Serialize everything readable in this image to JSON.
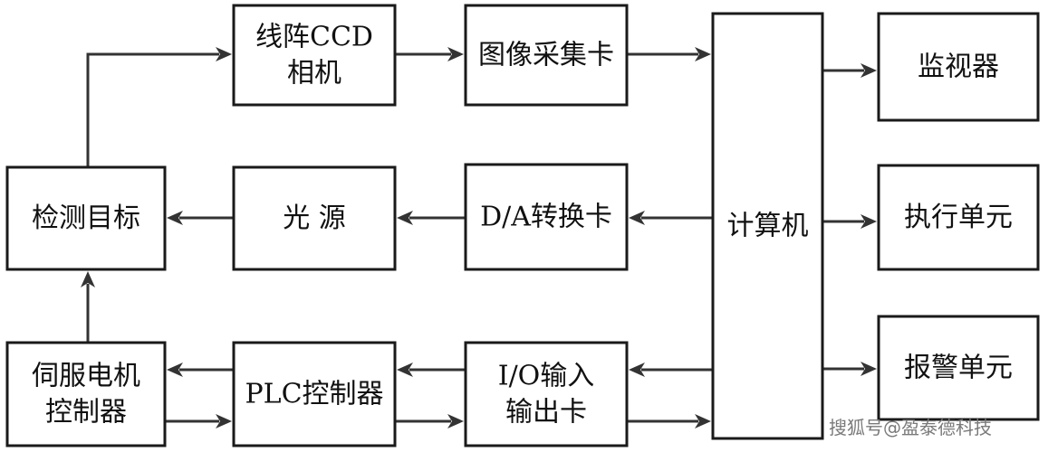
{
  "nodes": {
    "ccd_camera": {
      "lines": [
        "线阵CCD",
        "相机"
      ]
    },
    "capture_card": {
      "lines": [
        "图像采集卡"
      ]
    },
    "computer": {
      "lines": [
        "计算机"
      ]
    },
    "monitor": {
      "lines": [
        "监视器"
      ]
    },
    "target": {
      "lines": [
        "检测目标"
      ]
    },
    "light_source": {
      "lines": [
        "光  源"
      ]
    },
    "da_card": {
      "lines": [
        "D/A转换卡"
      ]
    },
    "executor": {
      "lines": [
        "执行单元"
      ]
    },
    "servo_controller": {
      "lines": [
        "伺服电机",
        "控制器"
      ]
    },
    "plc": {
      "lines": [
        "PLC控制器"
      ]
    },
    "io_card": {
      "lines": [
        "I/O输入",
        "输出卡"
      ]
    },
    "alarm": {
      "lines": [
        "报警单元"
      ]
    }
  },
  "watermark": "搜狐号@盈泰德科技",
  "colors": {
    "line": "#333333",
    "box_border": "#1a1a1a",
    "text": "#111111",
    "watermark": "#7a7a7a"
  }
}
